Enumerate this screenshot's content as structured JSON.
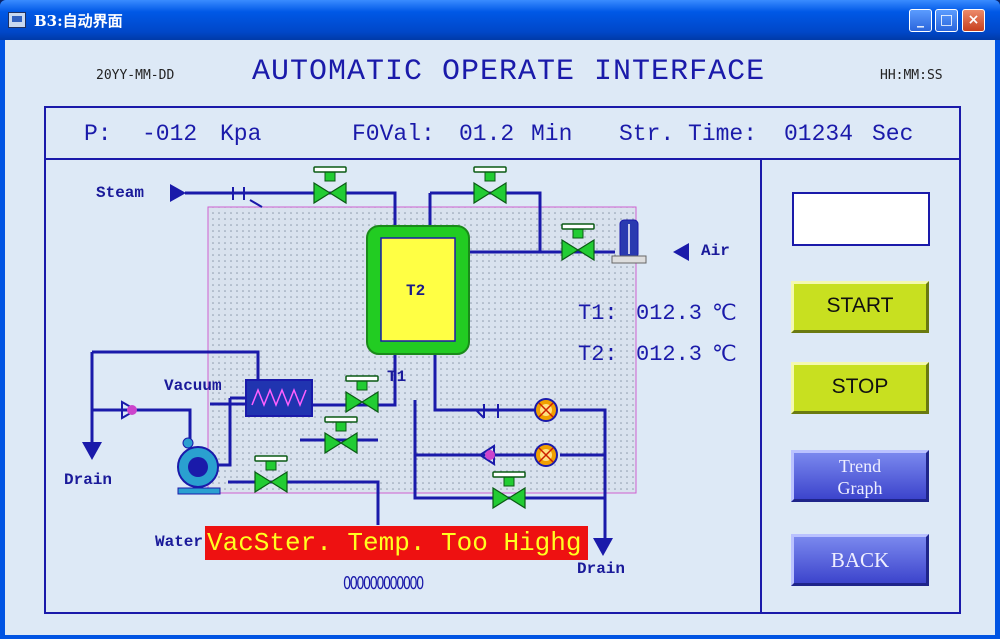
{
  "window": {
    "title": "B3:自动界面",
    "min": "_",
    "max": "□",
    "close": "×"
  },
  "header": {
    "date": "20YY-MM-DD",
    "title": "AUTOMATIC OPERATE INTERFACE",
    "time": "HH:MM:SS"
  },
  "status": {
    "pressure_label": "P:",
    "pressure_value": "-012",
    "pressure_unit": "Kpa",
    "f0_label": "F0Val:",
    "f0_value": "01.2",
    "f0_unit": "Min",
    "str_label": "Str. Time:",
    "str_value": "01234",
    "str_unit": "Sec"
  },
  "readings": {
    "t1_label": "T1:",
    "t1_value": "012.3",
    "t2_label": "T2:",
    "t2_value": "012.3",
    "unit": "℃"
  },
  "labels": {
    "steam": "Steam",
    "air": "Air",
    "vacuum": "Vacuum",
    "drain_left": "Drain",
    "drain_right": "Drain",
    "water": "Water",
    "tank": "T2",
    "t1_tag": "T1"
  },
  "alarm": "VacSter. Temp. Too Highg",
  "counter": "000000000000",
  "buttons": {
    "start": "START",
    "stop": "STOP",
    "trend": "Trend Graph",
    "trend_line1": "Trend",
    "trend_line2": "Graph",
    "back": "BACK"
  },
  "colors": {
    "line": "#1a1aaa",
    "valve": "#22cc33",
    "tank_border": "#22cc22",
    "tank_fill": "#ffff44",
    "alarm_bg": "#ee1111",
    "alarm_text": "#ffff20",
    "button_green": "#c8e020",
    "button_blue": "#5058dd"
  }
}
